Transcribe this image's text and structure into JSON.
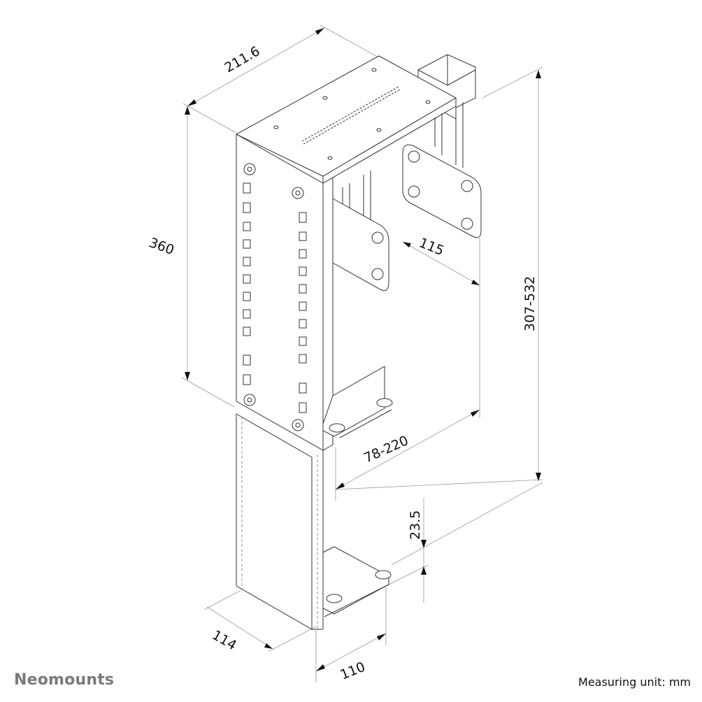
{
  "brand": {
    "name": "Neomounts",
    "color": "#7a7a7a"
  },
  "footer": {
    "measuring_unit": "Measuring unit: mm"
  },
  "dimensions": {
    "top_width": "211.6",
    "height": "360",
    "overall_height": "307-532",
    "plate_spacing": "115",
    "device_width_range": "78-220",
    "bottom_offset": "23.5",
    "depth": "114",
    "bottom_width": "110"
  }
}
